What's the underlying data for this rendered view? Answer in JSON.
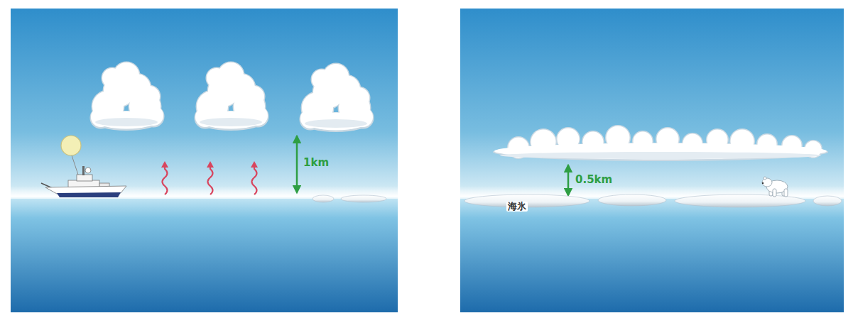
{
  "diagram": {
    "labels": [
      "1km",
      "0.5km",
      "海氷"
    ]
  }
}
